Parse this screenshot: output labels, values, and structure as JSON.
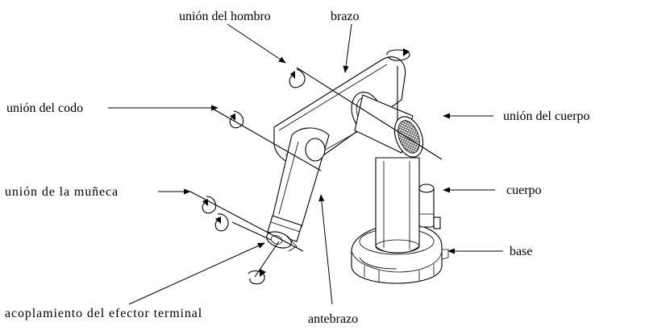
{
  "labels": {
    "shoulder_joint": "unión del hombro",
    "arm": "brazo",
    "elbow_joint": "unión del codo",
    "body_joint": "unión del cuerpo",
    "body": "cuerpo",
    "wrist_joint": "unión de la muñeca",
    "base": "base",
    "end_effector_coupling": "acoplamiento del efector terminal",
    "forearm": "antebrazo"
  },
  "colors": {
    "ink": "#000000",
    "background": "#ffffff"
  }
}
